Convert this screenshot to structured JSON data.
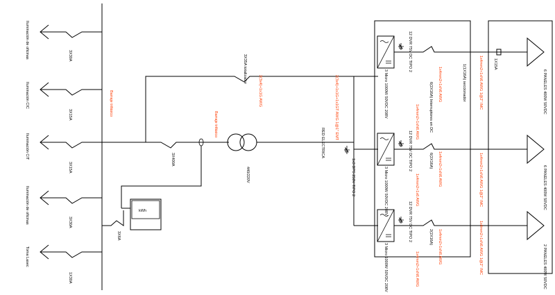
{
  "colors": {
    "line": "#000000",
    "annotation": "#ff3b00"
  },
  "loads": [
    {
      "label": "Iluminación de oficinas",
      "breaker": "3X30A"
    },
    {
      "label": "Iluminación CIC",
      "breaker": "3X15A"
    },
    {
      "label": "Iluminación CIT",
      "breaker": "3X15A"
    },
    {
      "label": "Iluminación de oficinas",
      "breaker": "3X30A"
    },
    {
      "label": "Toma Lasec",
      "breaker": "1X30A"
    }
  ],
  "bus_label": "Barraje trifásico",
  "bus2_label": "Barraje trifásico",
  "main_breaker": "3X35A totalizador",
  "breaker_400": "3X400A",
  "breaker_6": "3X6A",
  "meter_label": "kWh",
  "transformer_label": "440/220V",
  "grid_label": "RED ELECTRICA",
  "feeder_cable_1": "2(3x4)+1x1G AWG",
  "feeder_cable_2": "2(3x4)+1x1G+1x1GT AWG 1@1\" EMT",
  "spd_label": "1x3 DPS 250V TIPO 2",
  "inverter": {
    "power": "3 Micro 1000W 50VDC 208V",
    "dps": "12 DVR 75V DC TIPO 2"
  },
  "ac_cable": "1x4mm2+1xN6 AWG",
  "ac_cable_short": "1x4mm2+1x6 AWG",
  "rows": [
    {
      "breaker": "6(2X16A) Interruptores en DC",
      "breaker_extra": "1(1X16A) seccionador",
      "dc_cable": "1x4mm2+1xN6 AWG 1@2\" IMC",
      "panel": "6 PANELES 400W 50VDC"
    },
    {
      "breaker": "6(2X16A)",
      "breaker_extra": "",
      "dc_cable": "1x4mm2+1xN6 AWG 1@2\" IMC",
      "panel": "6 PANELES 400W 50VDC"
    },
    {
      "breaker": "2(2X16A)",
      "breaker_extra": "",
      "dc_cable": "1x4mm2+1xN6 AWG 1@2\" IMC",
      "panel": "2 PANELES 400W 50VDC"
    }
  ],
  "dc_fuse": "1X15A"
}
